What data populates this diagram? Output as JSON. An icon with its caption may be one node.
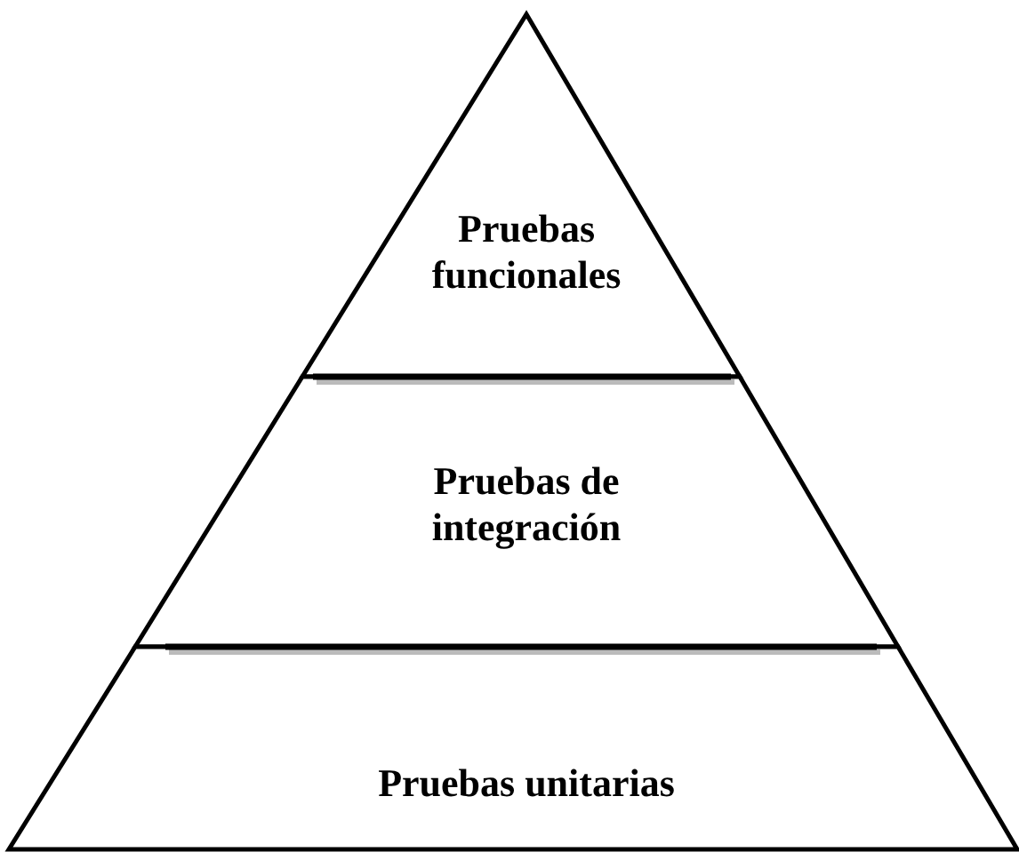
{
  "diagram": {
    "nodes": [
      {
        "text": [
          "Pruebas funcionales"
        ]
      },
      {
        "text": [
          "Pruebas de integración"
        ]
      },
      {
        "text": [
          "Pruebas unitarias"
        ]
      }
    ]
  }
}
